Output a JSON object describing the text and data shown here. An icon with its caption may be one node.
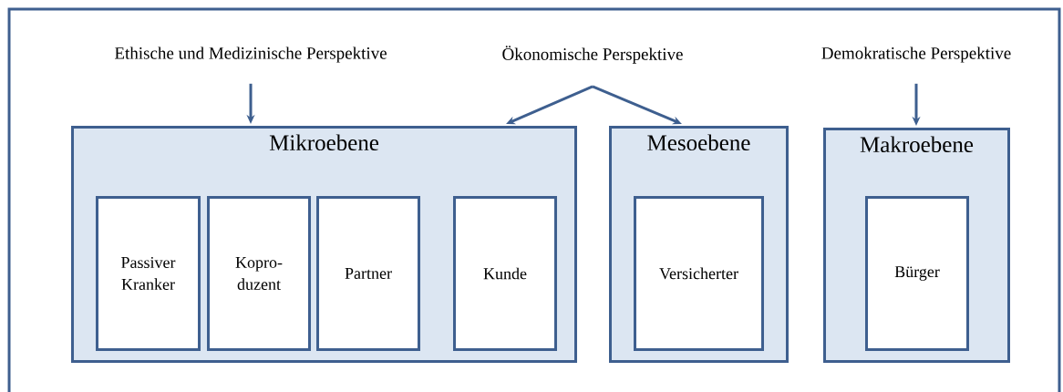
{
  "diagram": {
    "nodes": [
      {
        "text": [
          "Ethische und Medizinische Perspektive"
        ]
      },
      {
        "text": [
          "Ökonomische Perspektive"
        ]
      },
      {
        "text": [
          "Demokratische Perspektive"
        ]
      },
      {
        "text": [
          "Mikroebene"
        ]
      },
      {
        "text": [
          "Passiver Kranker"
        ],
        "in": 3
      },
      {
        "text": [
          "Kopro- duzent"
        ],
        "in": 3
      },
      {
        "text": [
          "Partner"
        ],
        "in": 3
      },
      {
        "text": [
          "Kunde"
        ],
        "in": 3
      },
      {
        "text": [
          "Mesoebene"
        ]
      },
      {
        "text": [
          "Versicherter"
        ],
        "in": 8
      },
      {
        "text": [
          "Makroebene"
        ]
      },
      {
        "text": [
          "Bürger"
        ],
        "in": 10
      }
    ],
    "edges": [
      {
        "from": 0,
        "to": 3,
        "arrow": "to"
      },
      {
        "from": 1,
        "to": 3,
        "arrow": "to"
      },
      {
        "from": 1,
        "to": 8,
        "arrow": "to"
      },
      {
        "from": 2,
        "to": 10,
        "arrow": "to"
      }
    ]
  }
}
